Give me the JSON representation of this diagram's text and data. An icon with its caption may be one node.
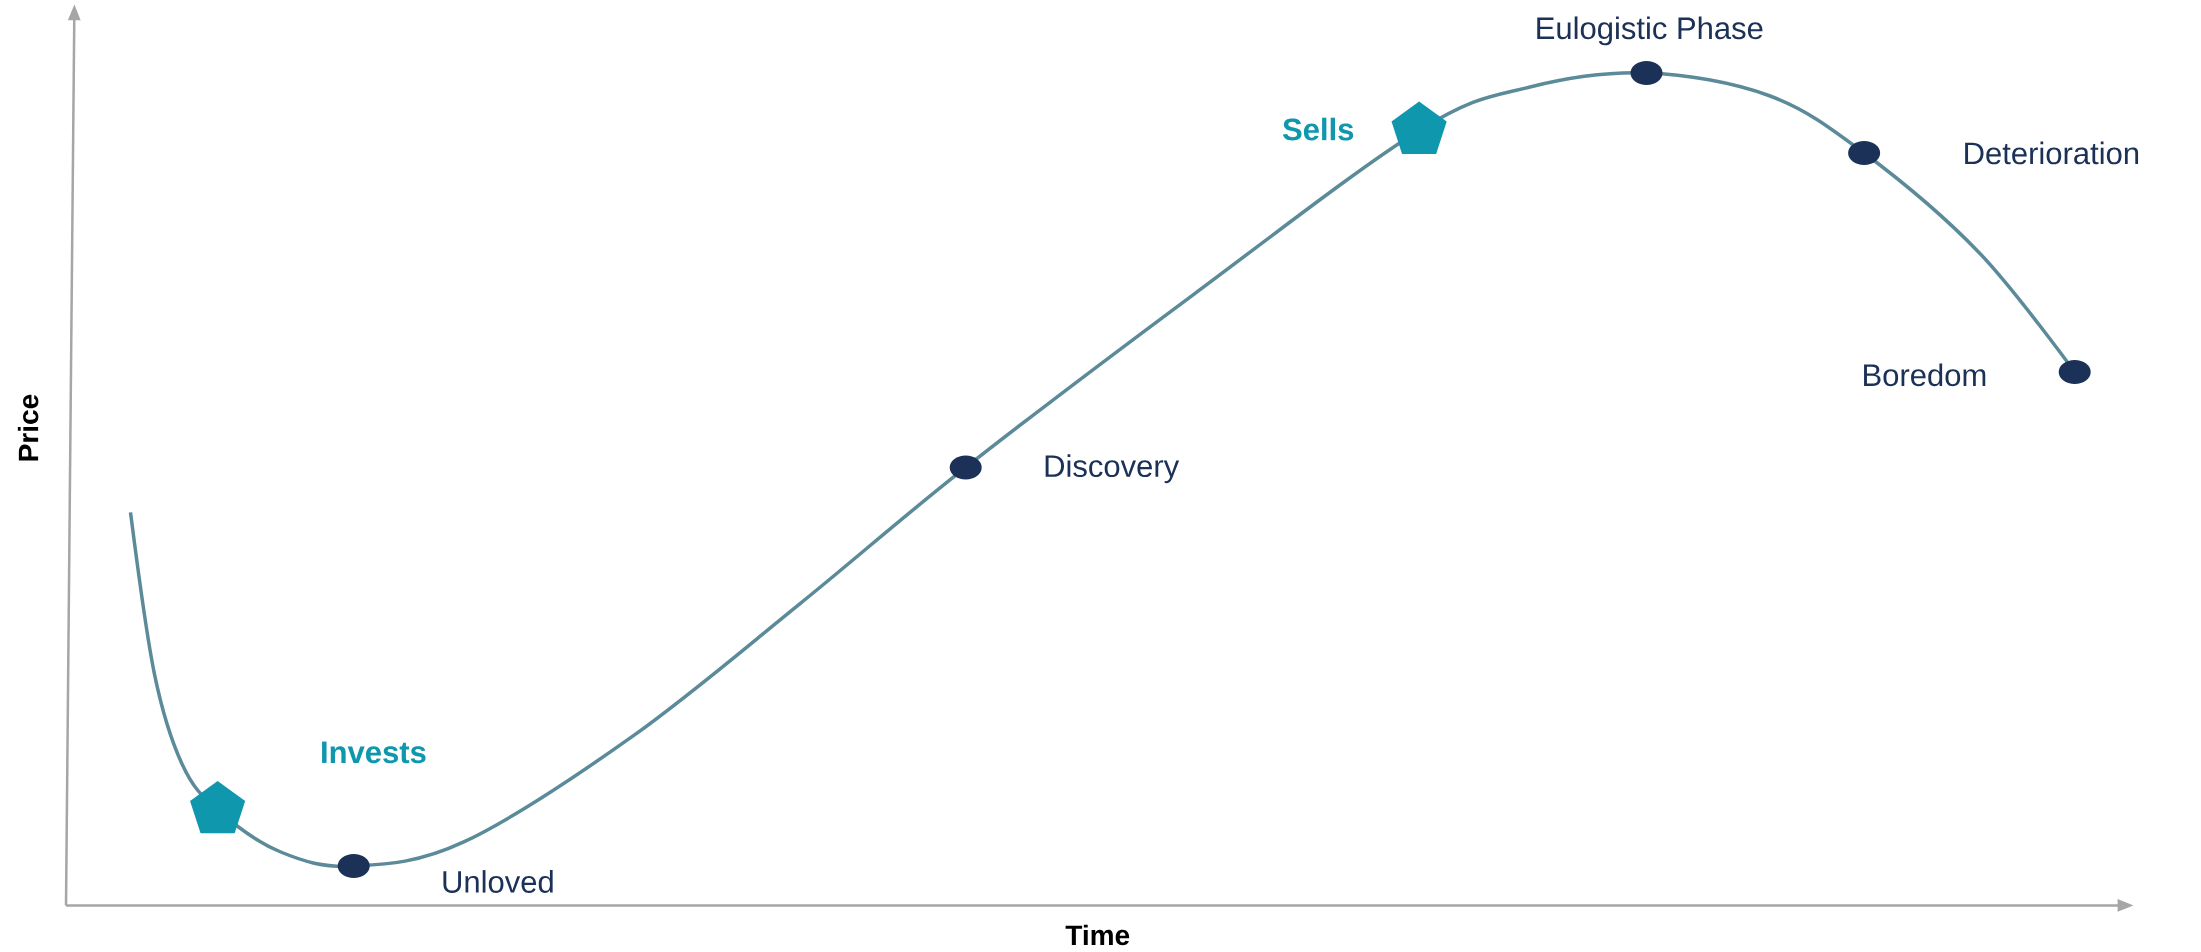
{
  "diagram": {
    "nodes": [
      {
        "text": [],
        "shape": "pentagon",
        "beside": [
          "Invests"
        ]
      },
      {
        "text": [],
        "shape": "circle",
        "beside": [
          "Unloved"
        ]
      },
      {
        "text": [],
        "shape": "circle",
        "beside": [
          "Discovery"
        ]
      },
      {
        "text": [],
        "shape": "pentagon",
        "beside": [
          "Sells"
        ]
      },
      {
        "text": [],
        "shape": "circle",
        "beside": [
          "Eulogistic Phase"
        ]
      },
      {
        "text": [],
        "shape": "circle",
        "beside": [
          "Deterioration"
        ]
      },
      {
        "text": [],
        "shape": "circle",
        "beside": [
          "Boredom"
        ]
      }
    ],
    "labels": [
      "Price",
      "Time"
    ]
  }
}
